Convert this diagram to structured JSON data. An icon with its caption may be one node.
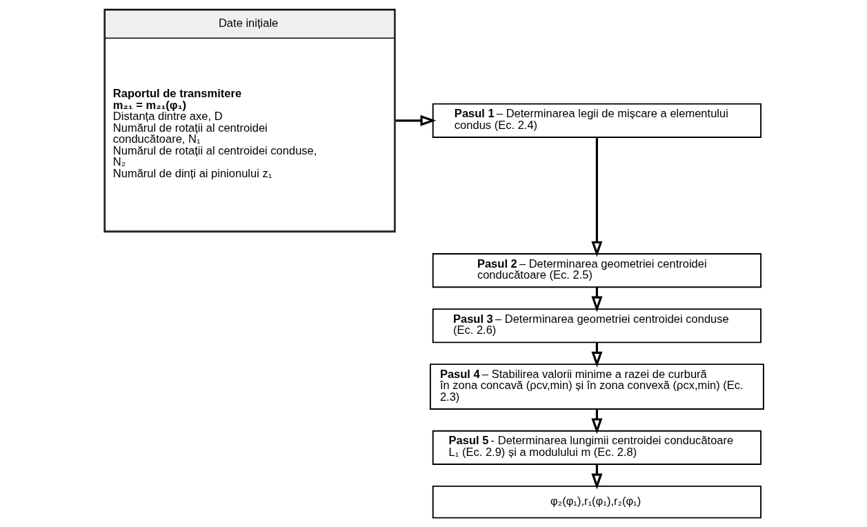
{
  "diagram": {
    "nodes": [
      {
        "text": [
          "Date inițiale",
          "**Raportul de transmitere**",
          "**m₂₁ = m₂₁(φ₁)**",
          "Distanța dintre axe, D",
          "Numărul de rotații al centroidei conducătoare, N₁",
          "Numărul de rotații al centroidei conduse, N₂",
          "Numărul de dinți ai pinionului z₁"
        ]
      },
      {
        "text": [
          "**Pasul 1** – Determinarea legii de mișcare a elementului condus (Ec. 2.4)"
        ]
      },
      {
        "text": [
          "**Pasul 2** – Determinarea geometriei centroidei conducătoare (Ec. 2.5)"
        ]
      },
      {
        "text": [
          "**Pasul 3** – Determinarea geometriei centroidei conduse (Ec. 2.6)"
        ]
      },
      {
        "text": [
          "**Pasul 4** – Stabilirea valorii minime a razei de curbură în zona concavă (ρcv,min) și în zona convexă (ρcx,min) (Ec. 2.3)"
        ]
      },
      {
        "text": [
          "**Pasul 5** - Determinarea lungimii centroidei conducătoare L₁ (Ec. 2.9) și a modulului m (Ec. 2.8)"
        ]
      },
      {
        "text": [
          "φ₂(φ₁),r₁(φ₁),r₂(φ₁)"
        ]
      }
    ],
    "edges": [
      {
        "from": 0,
        "to": 1,
        "arrow": "to"
      },
      {
        "from": 1,
        "to": 2,
        "arrow": "to"
      },
      {
        "from": 2,
        "to": 3,
        "arrow": "to"
      },
      {
        "from": 3,
        "to": 4,
        "arrow": "to"
      },
      {
        "from": 4,
        "to": 5,
        "arrow": "to"
      },
      {
        "from": 5,
        "to": 6,
        "arrow": "to"
      }
    ]
  }
}
